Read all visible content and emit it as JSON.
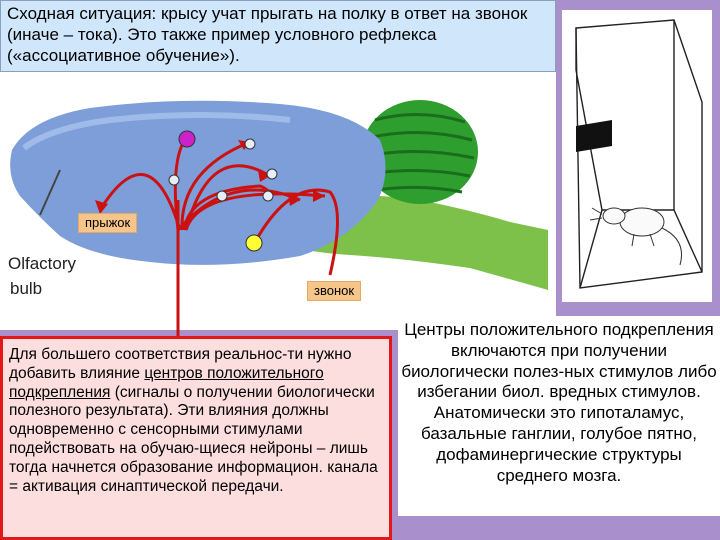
{
  "top_text": "Сходная ситуация: крысу учат прыгать на полку в ответ на звонок (иначе – тока). Это также пример условного рефлекса («ассоциативное обучение»).",
  "labels": {
    "jump": "прыжок",
    "bell": "звонок",
    "bulb_line1": "Olfactory",
    "bulb_line2": "bulb"
  },
  "bottom_left": {
    "part1": "Для большего соответствия реальнос-ти нужно добавить влияние ",
    "underlined": "центров положительного подкрепления",
    "part2": " (сигналы о получении биологически полезного результата). Эти влияния должны одновременно с сенсорными стимулами подействовать на обучаю-щиеся нейроны – лишь тогда начнется образование информацион. канала = активация синаптической передачи."
  },
  "bottom_right": "Центры положительного подкрепления включаются при получении биологически полез-ных стимулов либо избегании биол. вредных стимулов. Анатомически это гипоталамус, базальные ганглии, голубое пятно, дофаминергические структуры среднего мозга.",
  "colors": {
    "background": "#a98fcb",
    "brain": "#7d9ed8",
    "cerebellum": "#2e9e2e",
    "brainstem": "#7dc04a",
    "arrows": "#cc1111",
    "magenta_node": "#cc22cc",
    "yellow_node": "#ffff33"
  }
}
